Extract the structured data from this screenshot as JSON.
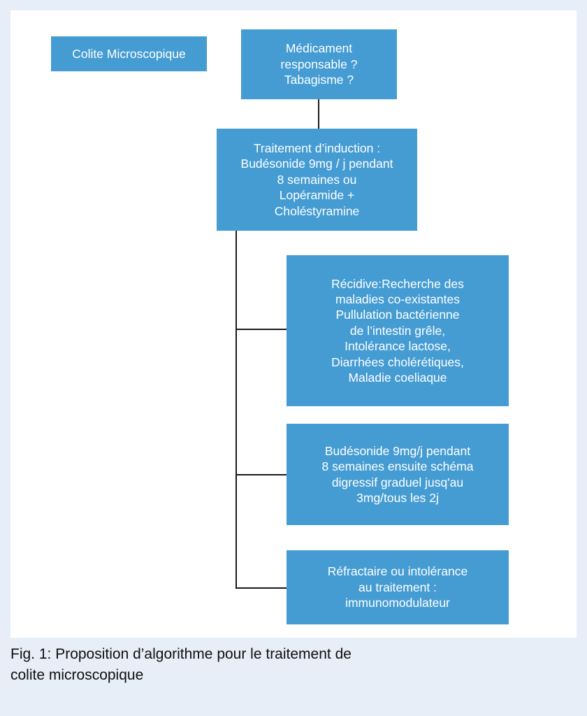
{
  "figure": {
    "caption": "Fig. 1: Proposition d’algorithme pour le traitement de\ncolite microscopique",
    "background_color": "#e8eef8",
    "panel_color": "#ffffff",
    "node_color": "#459cd3",
    "node_text_color": "#ffffff",
    "connector_color": "#1a1a1a"
  },
  "nodes": {
    "title": "Colite Microscopique",
    "etiology": "Médicament\nresponsable ?\nTabagisme ?",
    "induction": "Traitement d’induction :\nBudésonide 9mg / j pendant\n8 semaines ou\nLopéramide +\nCholéstyramine",
    "relapse": "Récidive:Recherche des\nmaladies co-existantes\nPullulation bactérienne\nde l’intestin grêle,\nIntolérance lactose,\nDiarrhées cholérétiques,\nMaladie coeliaque",
    "maintenance": "Budésonide 9mg/j pendant\n8 semaines ensuite schéma\ndigressif graduel jusq'au\n3mg/tous les 2j",
    "refractory": "Réfractaire ou intolérance\nau traitement :\nimmunomodulateur"
  }
}
